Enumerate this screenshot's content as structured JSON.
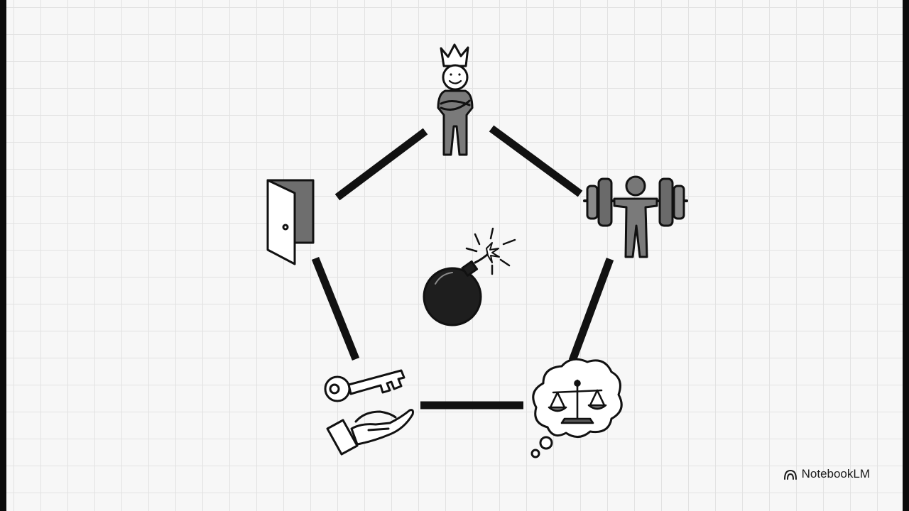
{
  "brand": {
    "name": "NotebookLM",
    "logo_icon": "notebooklm-logo-icon"
  },
  "diagram": {
    "type": "pentagon",
    "ink_color": "#111111",
    "fill_color": "#6b6b6b",
    "center_icon": "bomb-icon",
    "nodes": [
      {
        "id": "top",
        "icon": "crowned-stick-figure-icon"
      },
      {
        "id": "right",
        "icon": "weightlifter-icon"
      },
      {
        "id": "bottom-right",
        "icon": "thought-bubble-scales-icon"
      },
      {
        "id": "bottom-left",
        "icon": "key-in-hand-icon"
      },
      {
        "id": "left",
        "icon": "open-door-icon"
      }
    ],
    "edges": [
      {
        "from": "top",
        "to": "right"
      },
      {
        "from": "right",
        "to": "bottom-right"
      },
      {
        "from": "bottom-right",
        "to": "bottom-left"
      },
      {
        "from": "bottom-left",
        "to": "left"
      },
      {
        "from": "left",
        "to": "top"
      }
    ]
  }
}
